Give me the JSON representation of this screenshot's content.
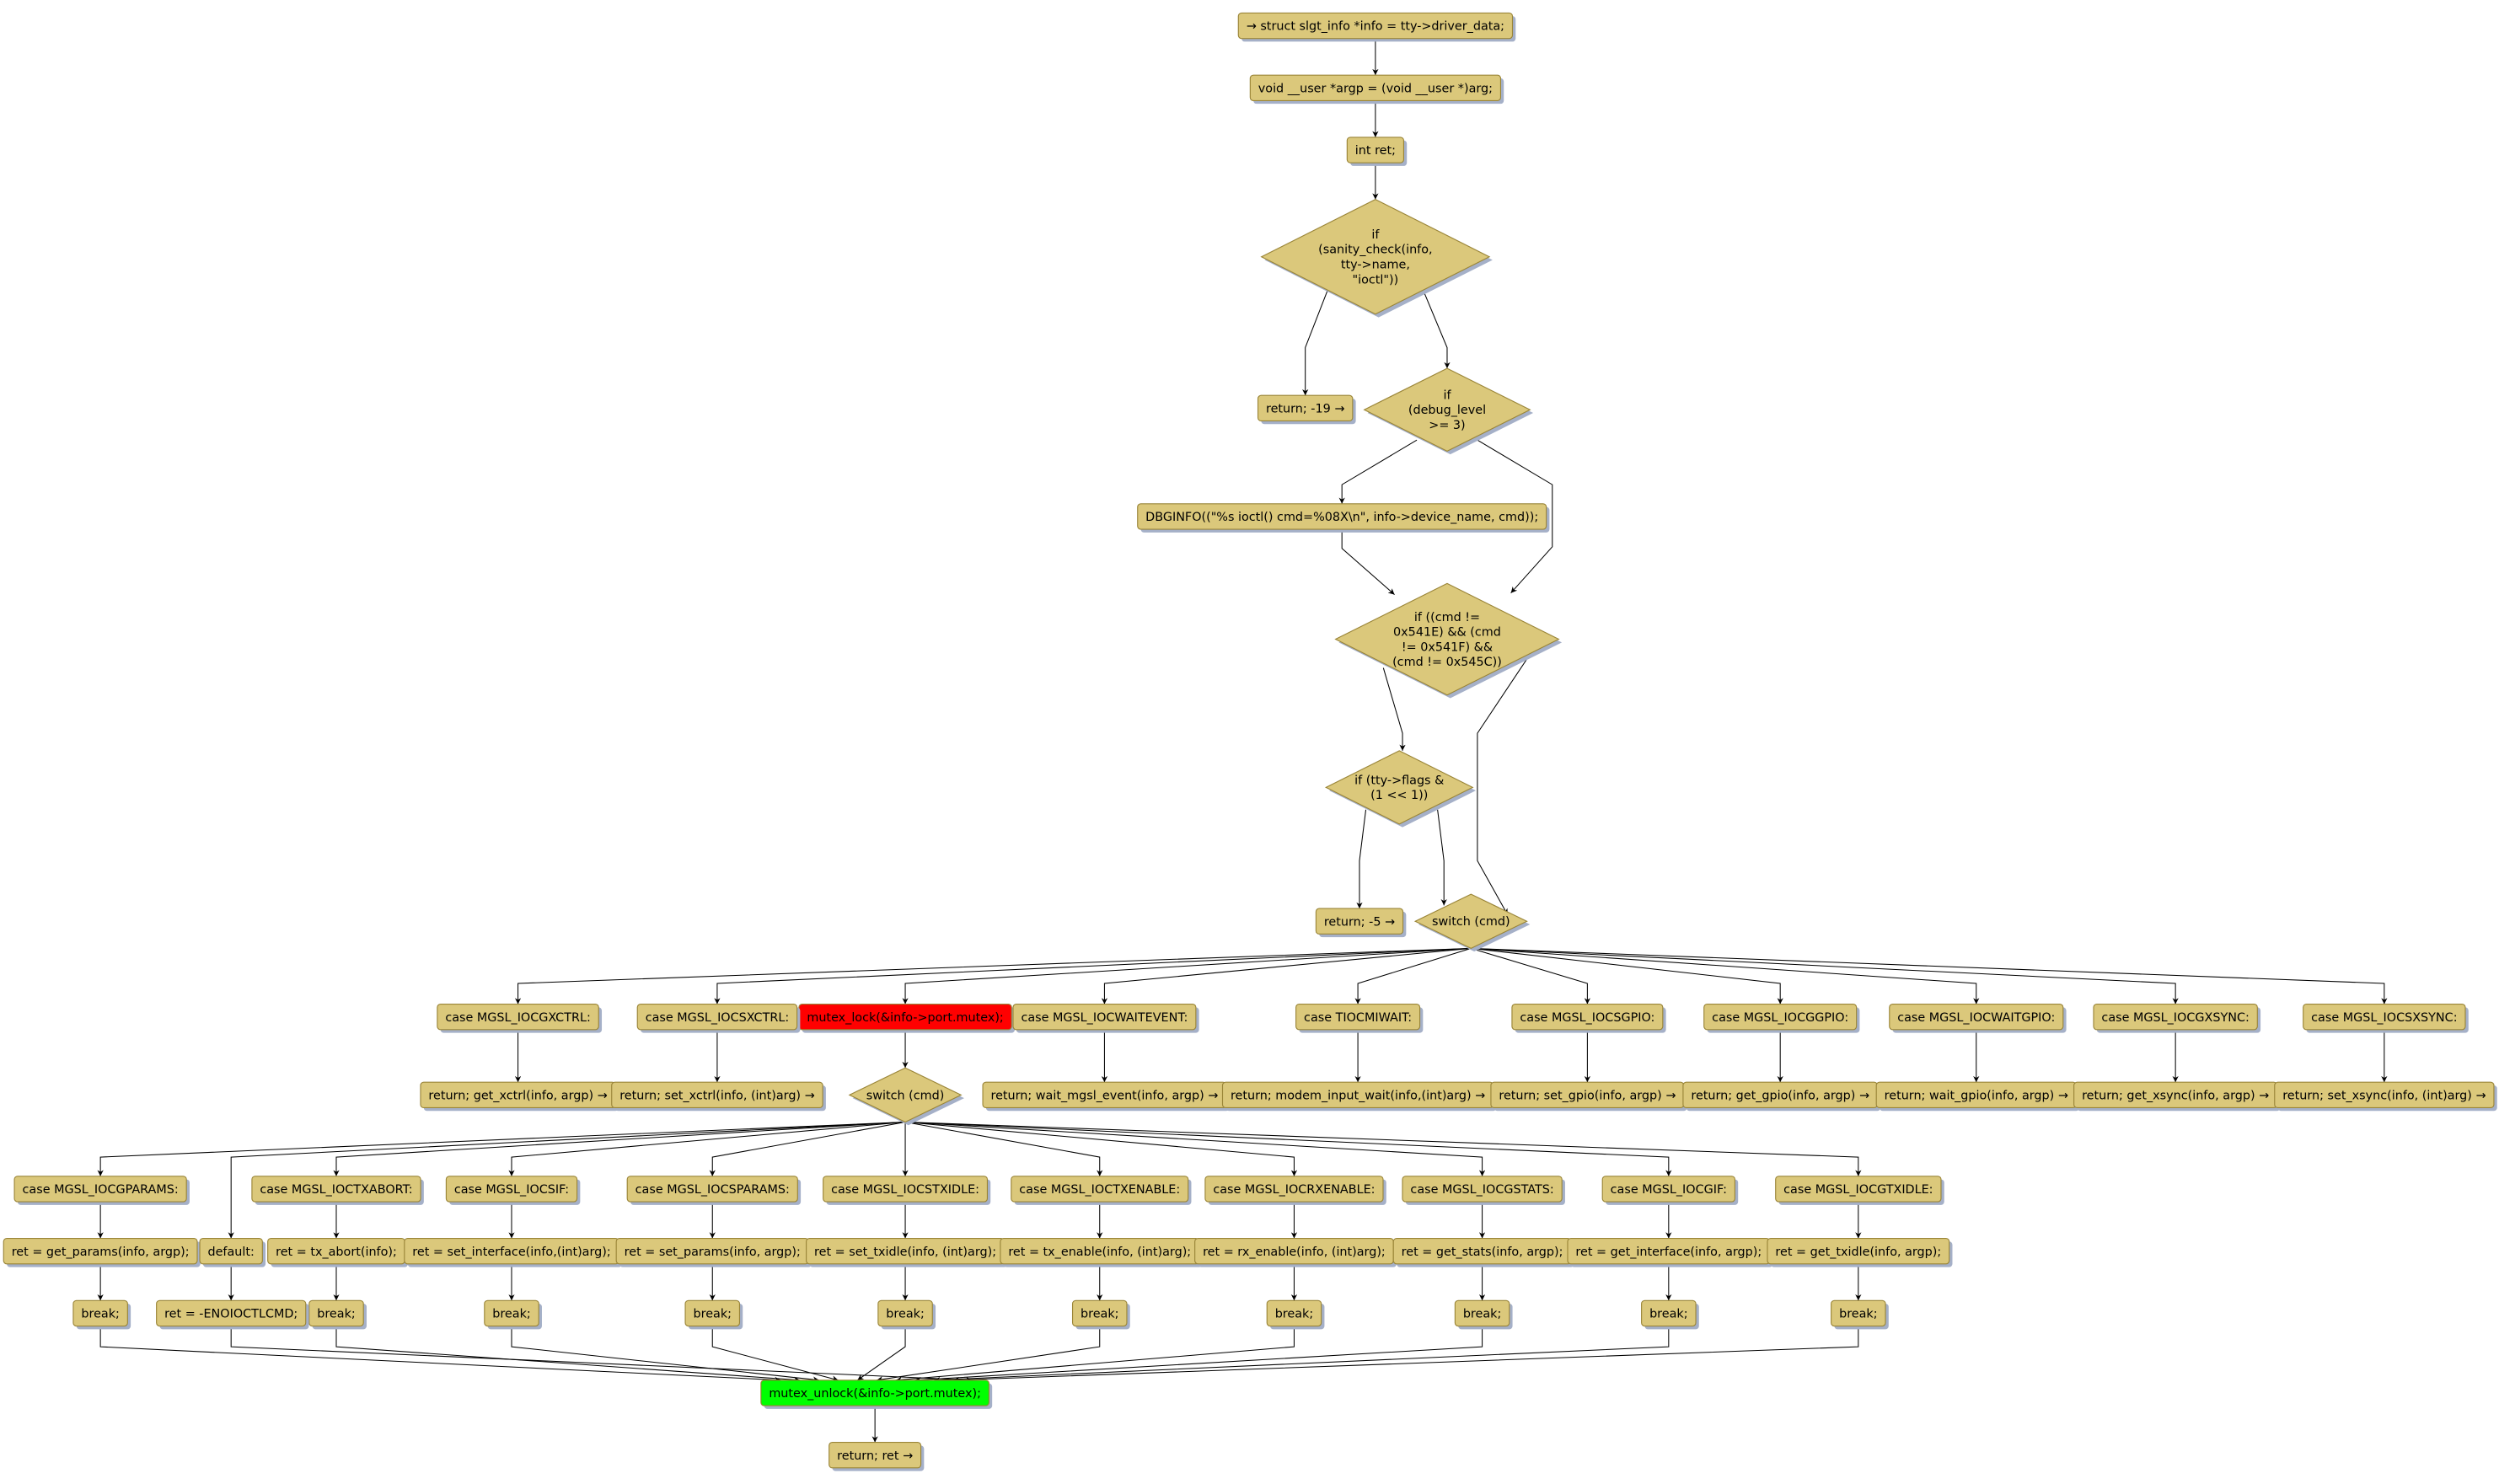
{
  "colors": {
    "node_fill": "#dbc87b",
    "lock_fill": "#ff0000",
    "unlock_fill": "#00ff00",
    "edge": "#000000"
  },
  "nodes": {
    "n1": "→ struct slgt_info *info = tty->driver_data;",
    "n2": "void __user *argp = (void __user *)arg;",
    "n3": "int ret;",
    "d1": [
      "if",
      "(sanity_check(info,",
      "tty->name,",
      "\"ioctl\"))"
    ],
    "r19": "return; -19 →",
    "d2": [
      "if",
      "(debug_level",
      ">= 3)"
    ],
    "dbg": "DBGINFO((\"%s ioctl() cmd=%08X\\n\", info->device_name, cmd));",
    "d3": [
      "if ((cmd !=",
      "0x541E) && (cmd",
      "!= 0x541F) &&",
      "(cmd != 0x545C))"
    ],
    "d4": [
      "if (tty->flags &",
      "(1 << 1))"
    ],
    "r5": "return; -5 →",
    "sw1": [
      "switch (cmd)"
    ],
    "c1": "case MGSL_IOCGXCTRL:",
    "t1": "return; get_xctrl(info, argp) →",
    "c2": "case MGSL_IOCSXCTRL:",
    "t2": "return; set_xctrl(info, (int)arg) →",
    "lock": "mutex_lock(&info->port.mutex);",
    "sw2": [
      "switch (cmd)"
    ],
    "c4": "case MGSL_IOCWAITEVENT:",
    "t4": "return; wait_mgsl_event(info, argp) →",
    "c5": "case TIOCMIWAIT:",
    "t5": "return; modem_input_wait(info,(int)arg) →",
    "c6": "case MGSL_IOCSGPIO:",
    "t6": "return; set_gpio(info, argp) →",
    "c7": "case MGSL_IOCGGPIO:",
    "t7": "return; get_gpio(info, argp) →",
    "c8": "case MGSL_IOCWAITGPIO:",
    "t8": "return; wait_gpio(info, argp) →",
    "c9": "case MGSL_IOCGXSYNC:",
    "t9": "return; get_xsync(info, argp) →",
    "c10": "case MGSL_IOCSXSYNC:",
    "t10": "return; set_xsync(info, (int)arg) →",
    "k1": "case MGSL_IOCGPARAMS:",
    "e1": "ret = get_params(info, argp);",
    "b1": "break;",
    "k0": "default:",
    "e0": "ret = -ENOIOCTLCMD;",
    "k2": "case MGSL_IOCTXABORT:",
    "e2": "ret = tx_abort(info);",
    "b2": "break;",
    "k3": "case MGSL_IOCSIF:",
    "e3": "ret = set_interface(info,(int)arg);",
    "b3": "break;",
    "k4": "case MGSL_IOCSPARAMS:",
    "e4": "ret = set_params(info, argp);",
    "b4": "break;",
    "k5": "case MGSL_IOCSTXIDLE:",
    "e5": "ret = set_txidle(info, (int)arg);",
    "b5": "break;",
    "k6": "case MGSL_IOCTXENABLE:",
    "e6": "ret = tx_enable(info, (int)arg);",
    "b6": "break;",
    "k7": "case MGSL_IOCRXENABLE:",
    "e7": "ret = rx_enable(info, (int)arg);",
    "b7": "break;",
    "k8": "case MGSL_IOCGSTATS:",
    "e8": "ret = get_stats(info, argp);",
    "b8": "break;",
    "k9": "case MGSL_IOCGIF:",
    "e9": "ret = get_interface(info, argp);",
    "b9": "break;",
    "k10": "case MGSL_IOCGTXIDLE:",
    "e10": "ret = get_txidle(info, argp);",
    "b10": "break;",
    "unlock": "mutex_unlock(&info->port.mutex);",
    "ret": "return; ret →"
  }
}
